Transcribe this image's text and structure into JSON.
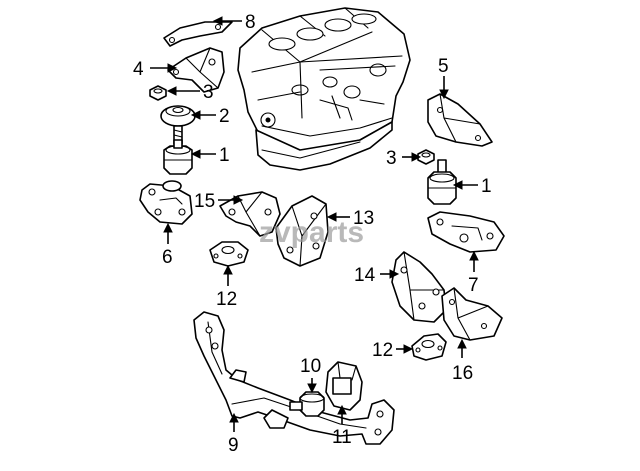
{
  "callouts": [
    {
      "id": "c8",
      "label": "8"
    },
    {
      "id": "c4",
      "label": "4"
    },
    {
      "id": "c3a",
      "label": "3"
    },
    {
      "id": "c2",
      "label": "2"
    },
    {
      "id": "c1a",
      "label": "1"
    },
    {
      "id": "c6",
      "label": "6"
    },
    {
      "id": "c15",
      "label": "15"
    },
    {
      "id": "c13",
      "label": "13"
    },
    {
      "id": "c12a",
      "label": "12"
    },
    {
      "id": "c5",
      "label": "5"
    },
    {
      "id": "c3b",
      "label": "3"
    },
    {
      "id": "c1b",
      "label": "1"
    },
    {
      "id": "c7",
      "label": "7"
    },
    {
      "id": "c14",
      "label": "14"
    },
    {
      "id": "c12b",
      "label": "12"
    },
    {
      "id": "c16",
      "label": "16"
    },
    {
      "id": "c10",
      "label": "10"
    },
    {
      "id": "c11",
      "label": "11"
    },
    {
      "id": "c9",
      "label": "9"
    }
  ],
  "watermark": {
    "text": "zvparts"
  },
  "colors": {
    "line": "#000000",
    "background": "#ffffff",
    "watermark": "#9c9c9c"
  }
}
